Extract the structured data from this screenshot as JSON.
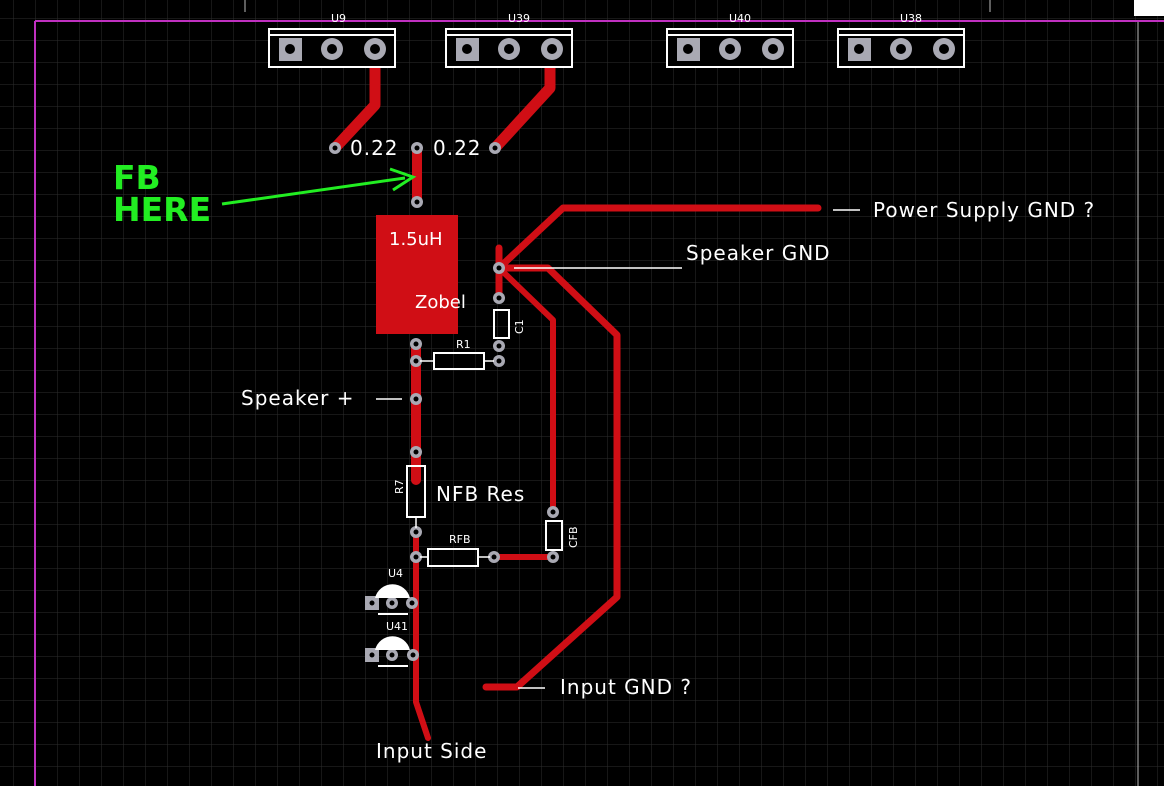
{
  "colors": {
    "background": "#000000",
    "grid": "#2e2e2e",
    "board_outline": "#c030c0",
    "trace": "#d00e15",
    "silkscreen": "#ffffff",
    "pad": "#a9a9b3",
    "annotation": "#22ee22"
  },
  "components": {
    "transistors": [
      "U9",
      "U39",
      "U40",
      "U38"
    ],
    "resistor_r1": "R1",
    "cap_c1": "C1",
    "resistor_r7": "R7",
    "resistor_rfb": "RFB",
    "cap_cfb": "CFB",
    "u4": "U4",
    "u41": "U41"
  },
  "labels": {
    "emitter_left": "0.22",
    "emitter_right": "0.22",
    "inductor": "1.5uH",
    "zobel": "Zobel",
    "power_supply_gnd": "Power Supply GND ?",
    "speaker_gnd": "Speaker GND",
    "speaker_plus": "Speaker +",
    "nfb_res": "NFB Res",
    "input_gnd": "Input GND ?",
    "input_side": "Input Side"
  },
  "annotation": {
    "line1": "FB",
    "line2": "HERE",
    "arrow_icon": "arrow-right-icon"
  }
}
